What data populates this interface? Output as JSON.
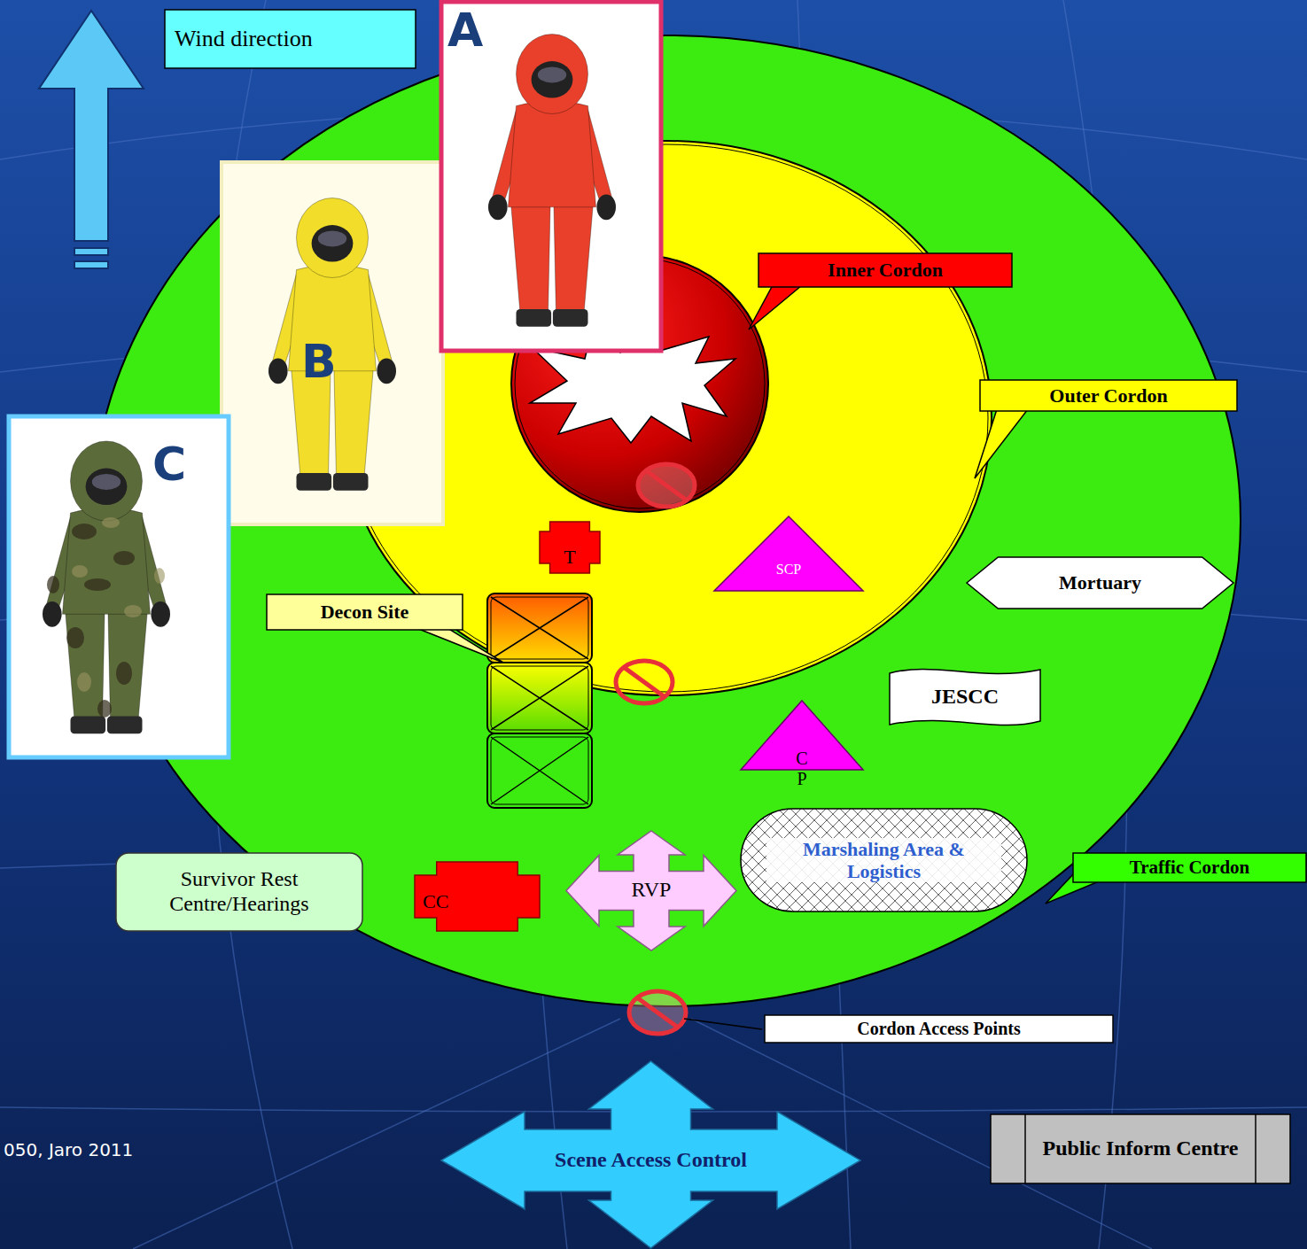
{
  "diagram": {
    "nodes": [
      {
        "text": [
          "Wind direction"
        ]
      },
      {
        "text": [
          "Inner Cordon"
        ]
      },
      {
        "text": [
          "Outer Cordon"
        ]
      },
      {
        "text": [
          "T"
        ]
      },
      {
        "text": [
          "SCP"
        ]
      },
      {
        "text": [
          "Mortuary"
        ]
      },
      {
        "text": [
          "Decon Site"
        ]
      },
      {
        "text": [
          "JESCC"
        ]
      },
      {
        "text": [
          "C P"
        ]
      },
      {
        "text": [
          "Survivor Rest Centre/Hearings"
        ]
      },
      {
        "text": [
          "CC"
        ]
      },
      {
        "text": [
          "RVP"
        ]
      },
      {
        "text": [
          "Marshaling Area & Logistics"
        ]
      },
      {
        "text": [
          "Traffic Cordon"
        ]
      },
      {
        "text": [
          "Cordon Access Points"
        ]
      },
      {
        "text": [
          "Scene Access Control"
        ]
      },
      {
        "text": [
          "Public Inform Centre"
        ]
      }
    ],
    "labels": [
      "A",
      "B",
      "C",
      "050, Jaro 2011"
    ]
  }
}
